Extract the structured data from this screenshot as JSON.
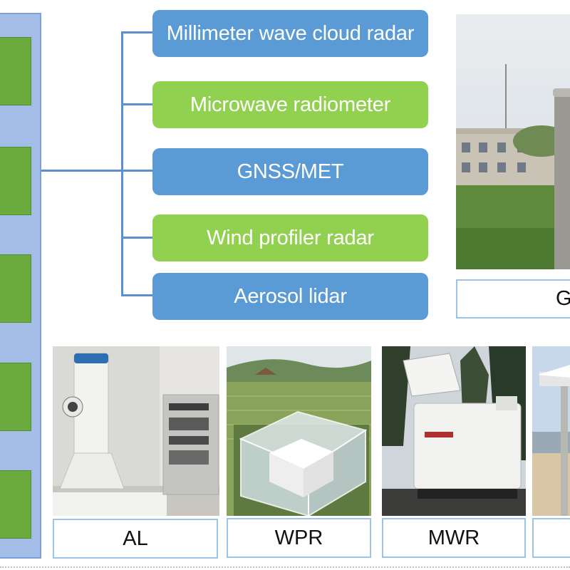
{
  "instruments": [
    {
      "label": "Millimeter wave cloud radar",
      "color": "blue"
    },
    {
      "label": "Microwave radiometer",
      "color": "green"
    },
    {
      "label": "GNSS/MET",
      "color": "blue"
    },
    {
      "label": "Wind profiler radar",
      "color": "green"
    },
    {
      "label": "Aerosol lidar",
      "color": "blue"
    }
  ],
  "captions": {
    "gnss": "GNSS/",
    "al": "AL",
    "wpr": "WPR",
    "mwr": "MWR",
    "last": ""
  },
  "colors": {
    "pill_blue": "#5b9bd5",
    "pill_green": "#92d050",
    "panel": "#a4bde6",
    "connector": "#5b8fd0",
    "caption_border": "#9dc3e6"
  }
}
